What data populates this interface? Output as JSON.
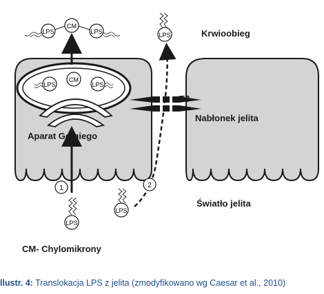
{
  "labels": {
    "krwiobieg": "Krwioobieg",
    "tj": "TJ",
    "nablonek": "Nabłonek jelita",
    "aparat": "Aparat Golgiego",
    "swiatlo": "Światło jelita",
    "legend_cm": "CM- Chylomikrony"
  },
  "molecules": {
    "lps": "LPS",
    "cm": "CM"
  },
  "pathways": {
    "route_1": "1",
    "route_2": "2"
  },
  "caption": {
    "prefix": "llustr. 4:",
    "text": " Translokacja LPS z jelita (zmodyfikowano wg Caesar et al., 2010)"
  },
  "colors": {
    "cell_fill": "#d4d4d4",
    "outline": "#1a1a1a",
    "caption_color": "#1d4e8c"
  }
}
